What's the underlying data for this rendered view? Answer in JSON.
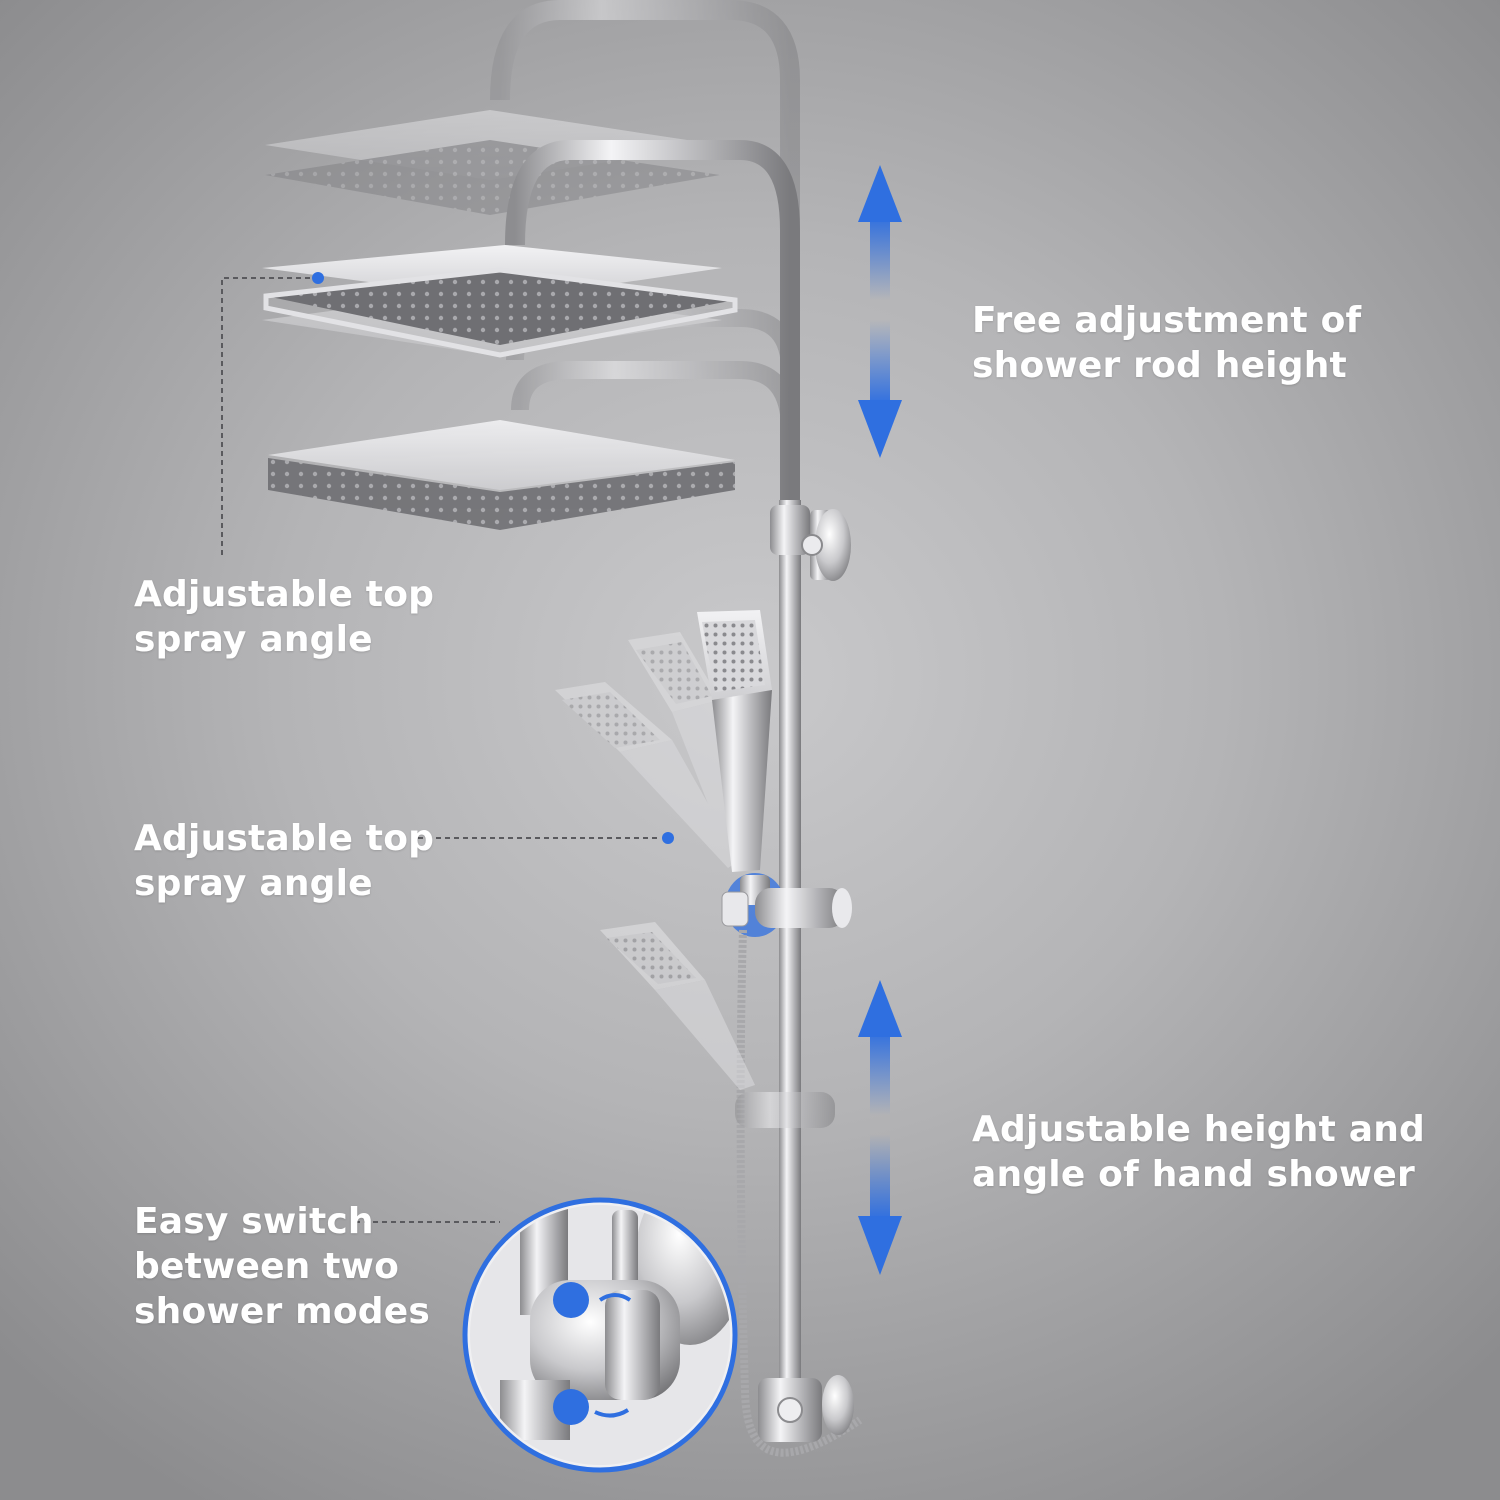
{
  "callouts": {
    "top_spray_angle": [
      "Adjustable top",
      "spray angle"
    ],
    "hand_spray_angle": [
      "Adjustable top",
      "spray angle"
    ],
    "mode_switch": [
      "Easy switch",
      "between two",
      "shower modes"
    ],
    "rod_height": [
      "Free adjustment of",
      "shower rod height"
    ],
    "hand_shower_height": [
      "Adjustable height and",
      "angle of hand shower"
    ]
  },
  "colors": {
    "accent_blue": "#2f6fe0",
    "label_text": "#ffffff",
    "background": "#b4b4b6",
    "chrome": "#d9d9dc"
  },
  "icons": {
    "rod_height_arrow": "double-vertical-arrow-icon",
    "hand_height_arrow": "double-vertical-arrow-icon",
    "rain_mode": "rain-shower-icon",
    "hand_mode": "hand-shower-icon"
  }
}
